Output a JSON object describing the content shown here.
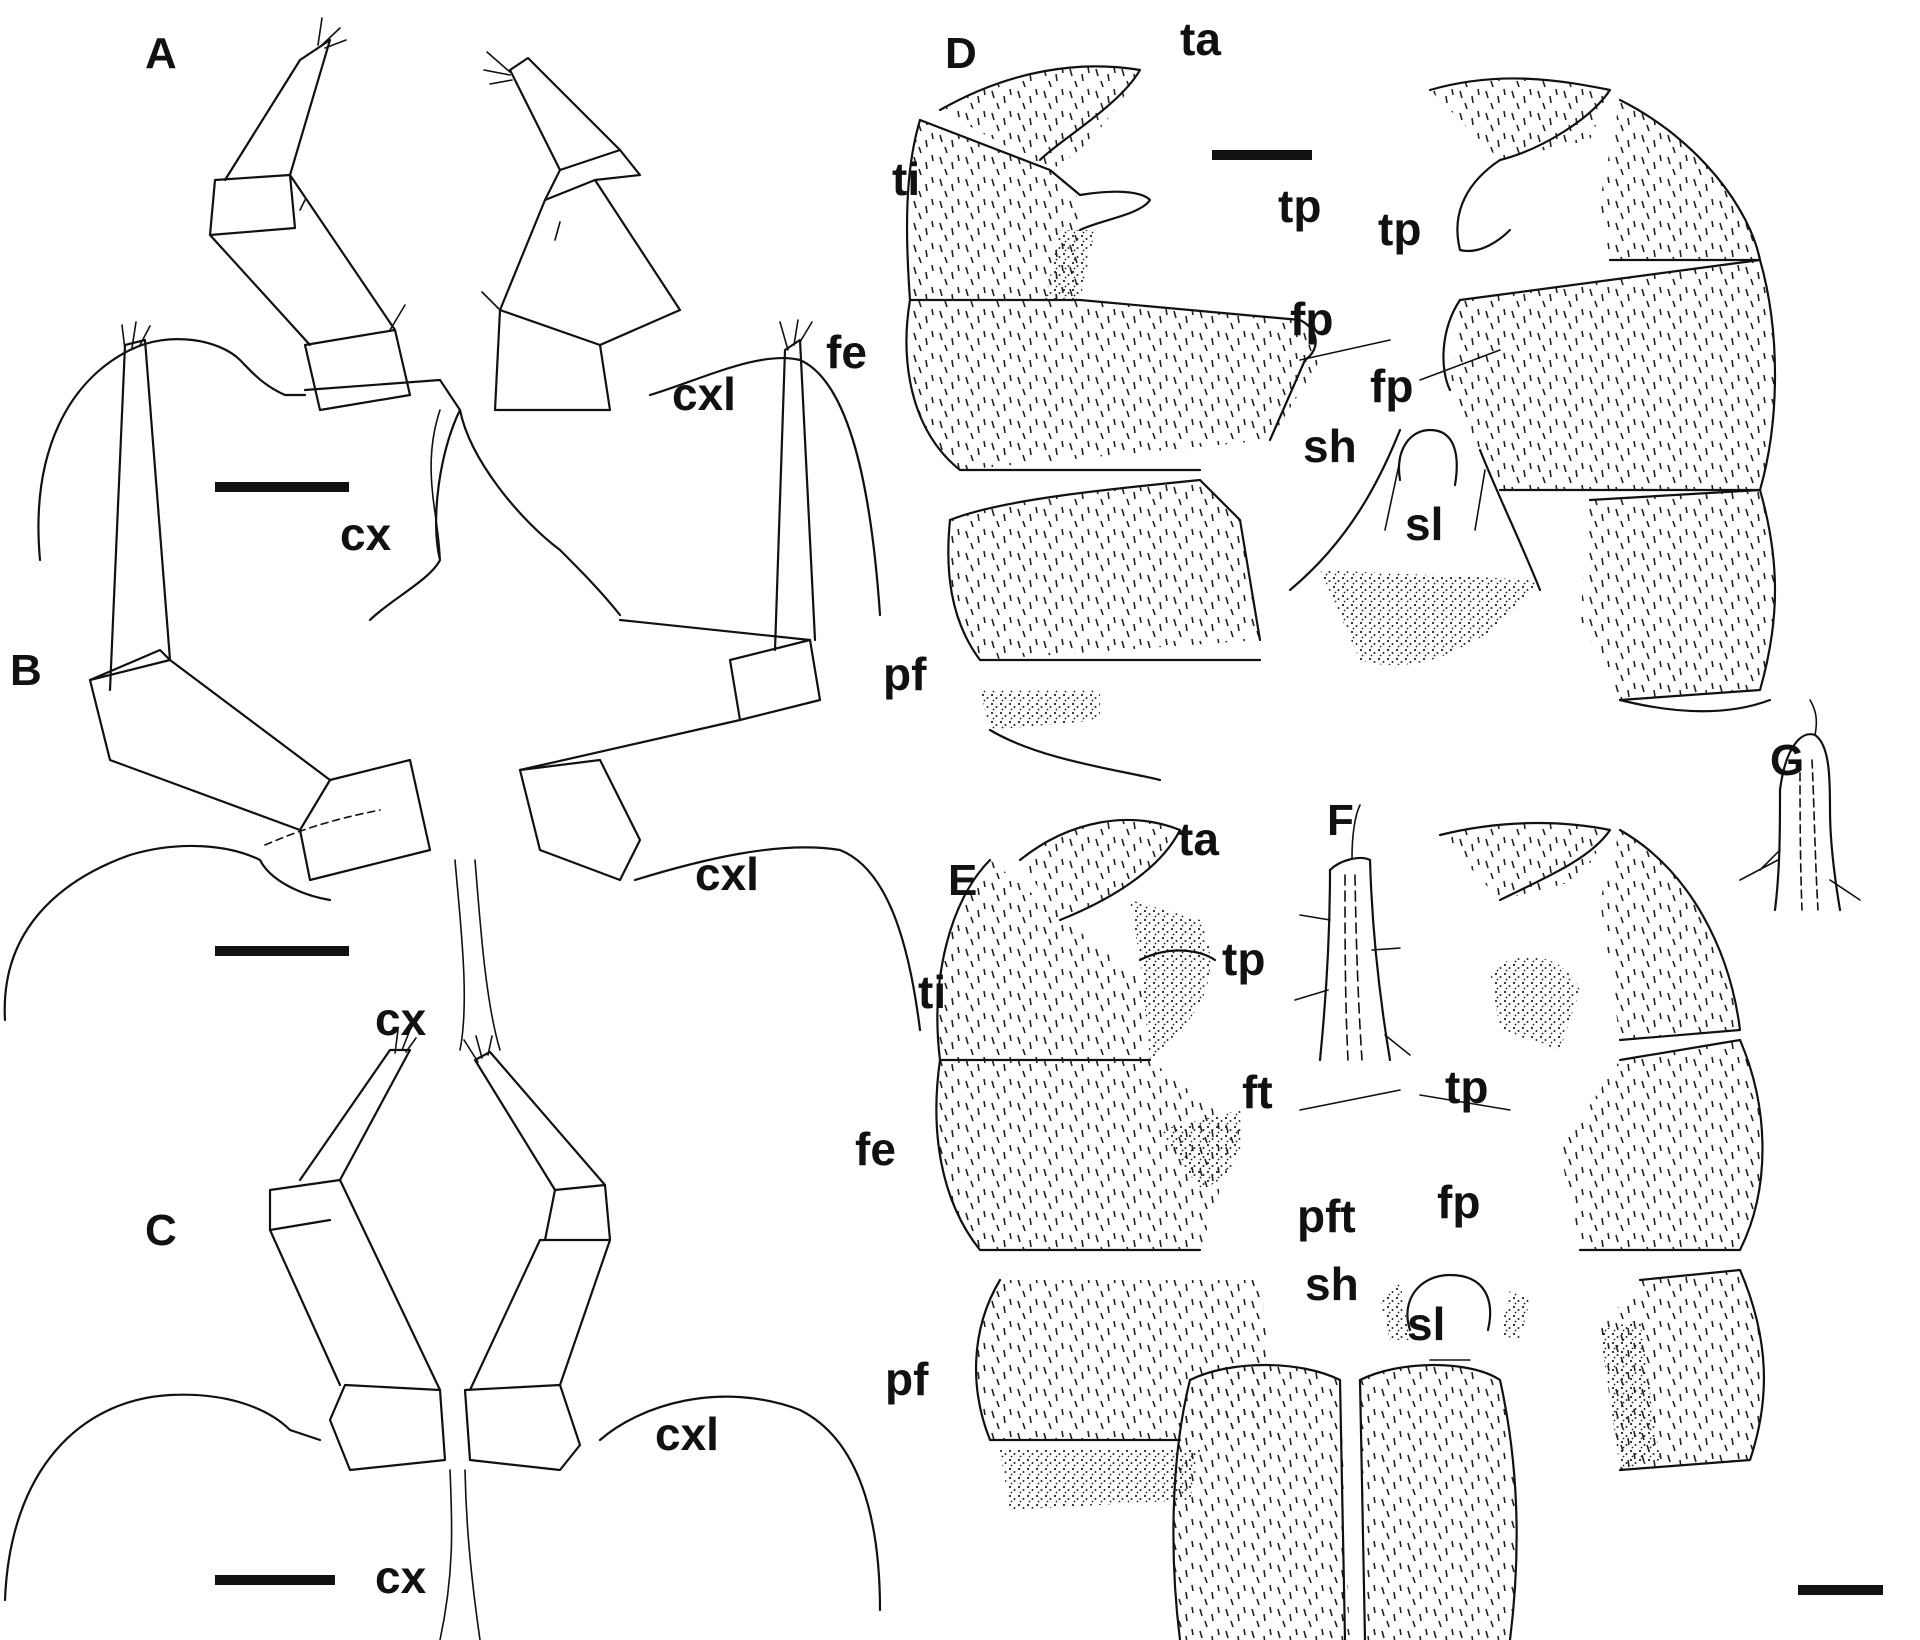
{
  "figure": {
    "panels": [
      {
        "id": "A",
        "letter": "A"
      },
      {
        "id": "B",
        "letter": "B"
      },
      {
        "id": "C",
        "letter": "C"
      },
      {
        "id": "D",
        "letter": "D"
      },
      {
        "id": "E",
        "letter": "E"
      },
      {
        "id": "F",
        "letter": "F"
      },
      {
        "id": "G",
        "letter": "G"
      }
    ],
    "labels": {
      "a_cxl": "cxl",
      "a_cx": "cx",
      "b_cxl": "cxl",
      "b_cx": "cx",
      "c_cxl": "cxl",
      "c_cx": "cx",
      "d_ta": "ta",
      "d_ti": "ti",
      "d_tp_left": "tp",
      "d_tp_right": "tp",
      "d_fe": "fe",
      "d_fp_left": "fp",
      "d_fp_right": "fp",
      "d_sh": "sh",
      "d_sl": "sl",
      "d_pf": "pf",
      "e_ta": "ta",
      "e_ti": "ti",
      "e_tp_left": "tp",
      "e_tp_right": "tp",
      "e_ft": "ft",
      "e_fe": "fe",
      "e_pft": "pft",
      "e_fp": "fp",
      "e_sh": "sh",
      "e_sl": "sl",
      "e_pf": "pf"
    }
  }
}
